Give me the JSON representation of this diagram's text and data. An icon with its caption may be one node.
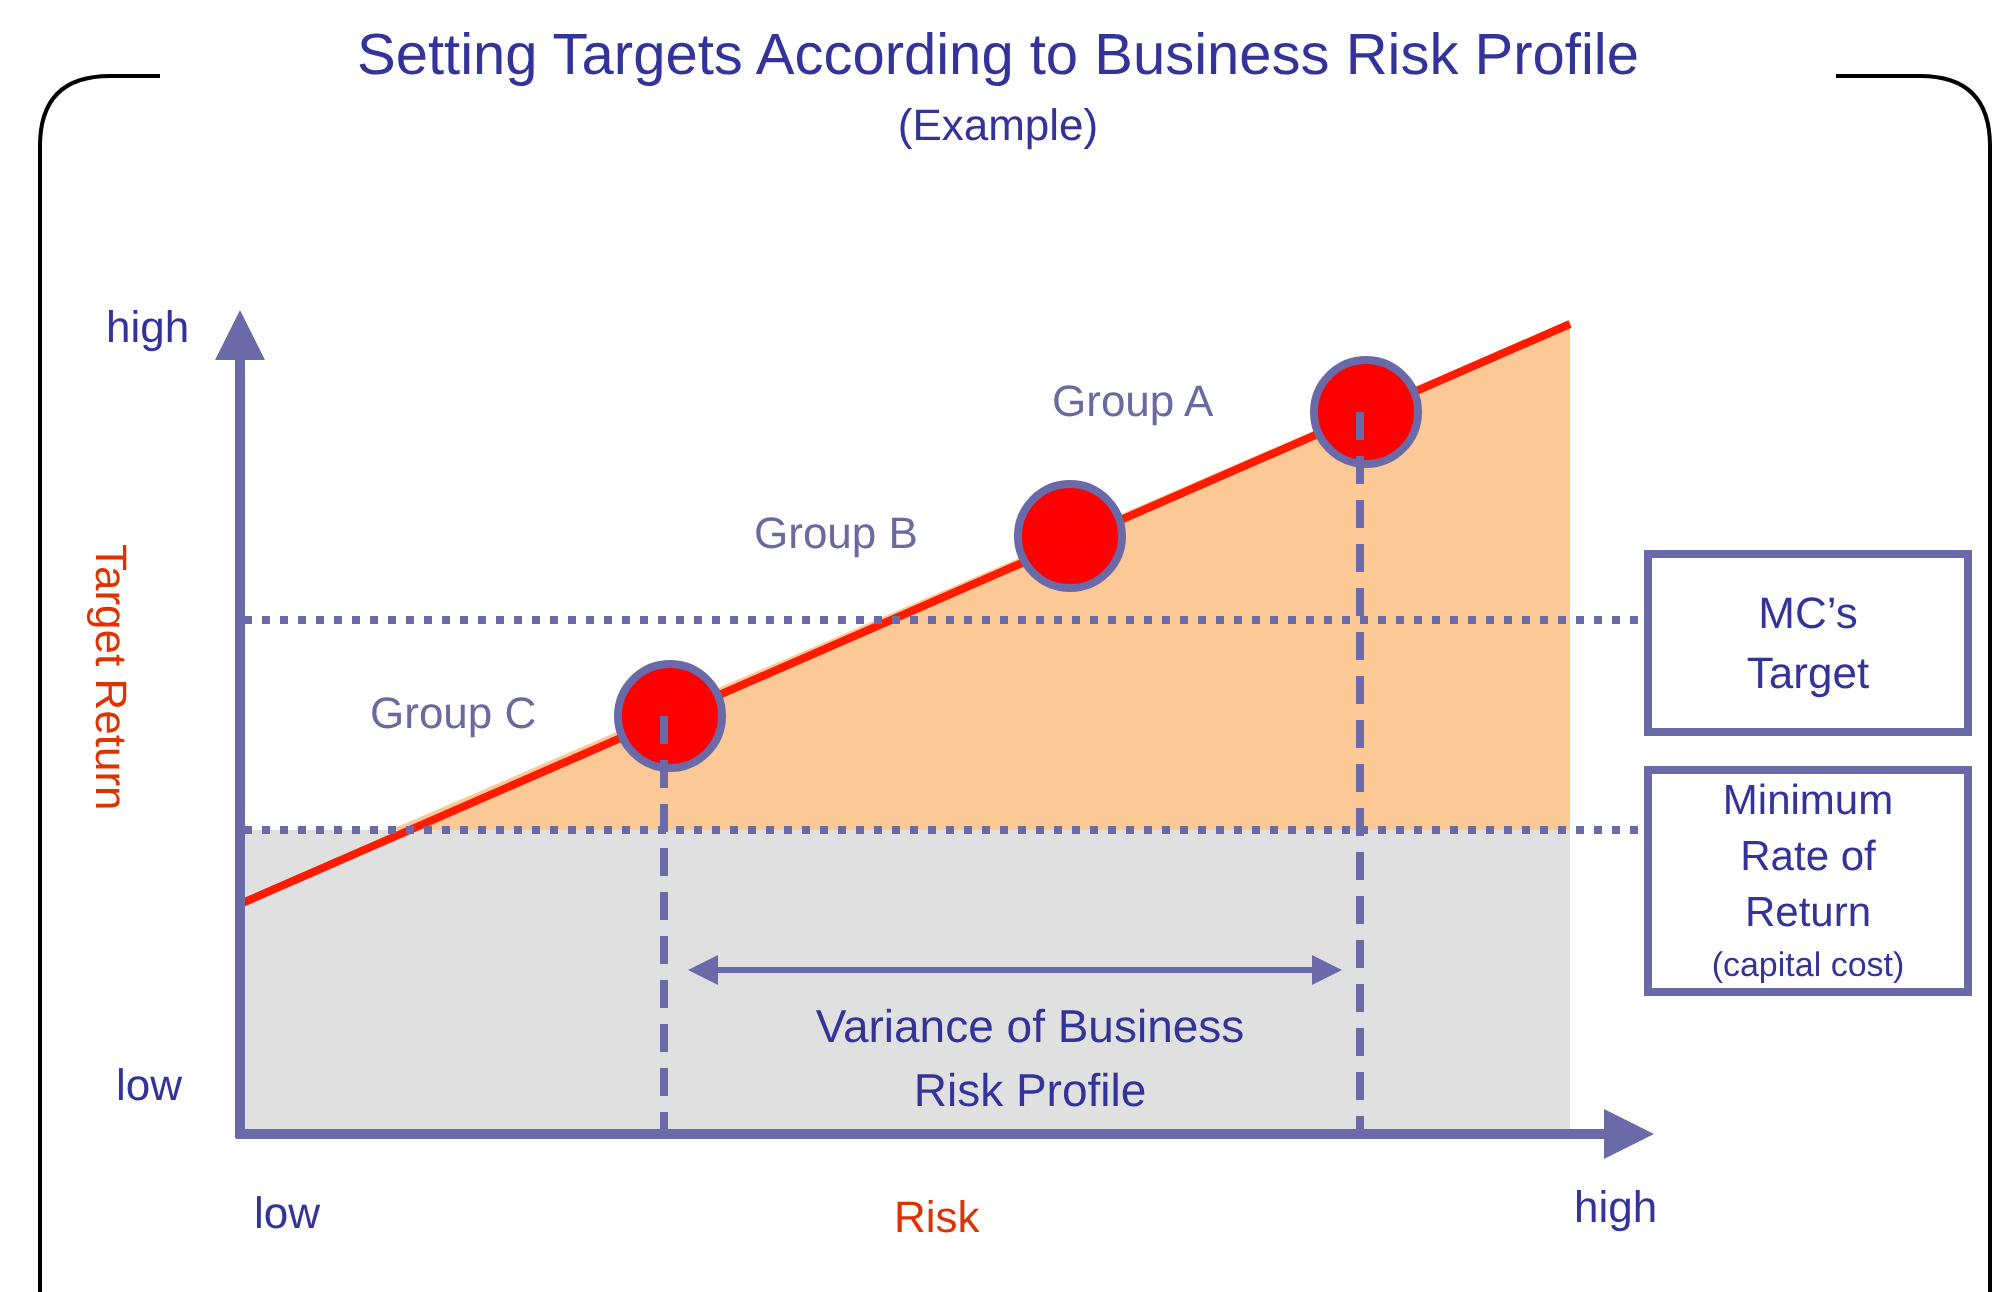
{
  "diagram": {
    "title": "Setting Targets According to Business Risk Profile",
    "nodes": [
      {
        "text": [
          "MC’s Target"
        ]
      },
      {
        "text": [
          "Minimum Rate of Return",
          "(capital cost)"
        ]
      }
    ],
    "edges": [
      {
        "from": null,
        "to": 0,
        "arrow": "none",
        "style": "dashed"
      },
      {
        "from": null,
        "to": 1,
        "arrow": "none",
        "style": "dashed"
      }
    ],
    "labels": [
      "(Example)",
      "high",
      "Group A",
      "Group B",
      "Target Return",
      "Group C",
      "Variance of Business Risk Profile",
      "low",
      "low",
      "Risk",
      "high"
    ]
  }
}
